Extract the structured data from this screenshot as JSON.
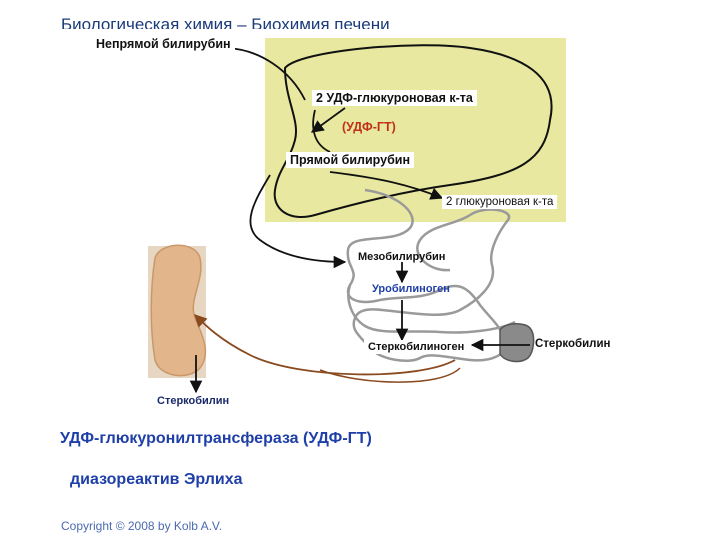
{
  "slide": {
    "title": "Биологическая химия – Биохимия печени",
    "copyright": "Copyright © 2008 by Kolb A.V."
  },
  "diagram": {
    "indirect_bilirubin": "Непрямой билирубин",
    "glucuronic_acid_2": "2 УДФ-глюкуроновая к-та",
    "enzyme_short": "(УДФ-ГТ)",
    "direct_bilirubin": "Прямой билирубин",
    "glucuronic_acid_out": "2 глюкуроновая к-та",
    "mesobilirubin": "Мезобилирубин",
    "urobilinogen": "Уробилиноген",
    "stercobilinogen": "Стеркобилиноген",
    "stercobilin_right": "Стеркобилин",
    "stercobilin_bottom": "Стеркобилин"
  },
  "notes": {
    "enzyme_fullname": "УДФ-глюкуронилтрансфераза (УДФ-ГТ)",
    "reagent": "диазореактив Эрлиха"
  },
  "colors": {
    "liver_fill": "#e8e8a0",
    "kidney_fill": "#e3b58a",
    "intestine_stroke": "#9a9a9a",
    "brown_arrow": "#8a4a1f",
    "label_blue": "#1f3fa8",
    "label_red": "#c0301a"
  }
}
